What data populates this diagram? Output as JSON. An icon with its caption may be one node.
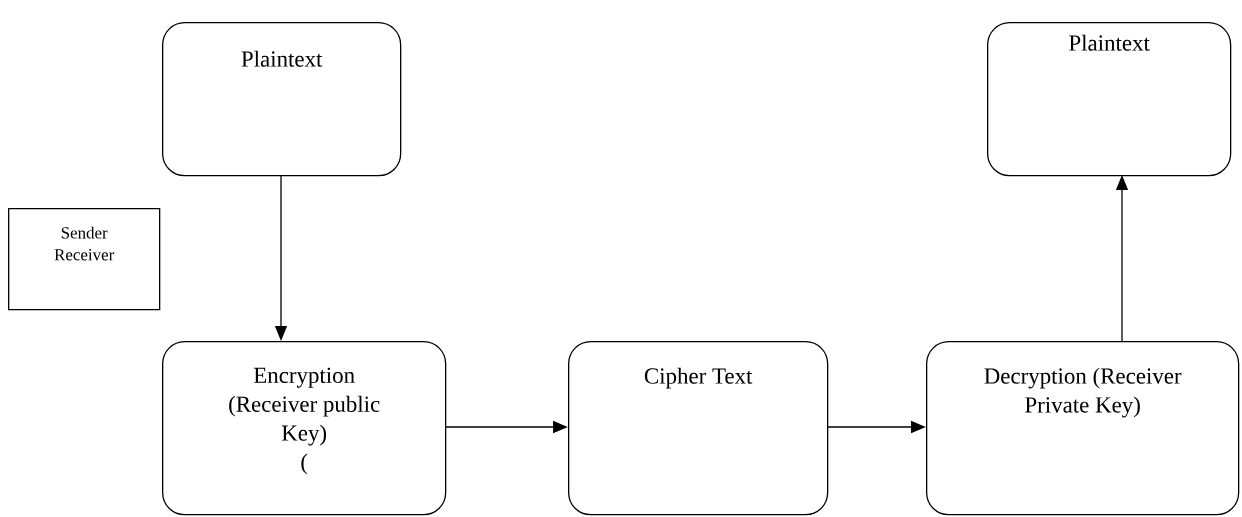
{
  "diagram": {
    "nodes": [
      {
        "text": [
          "Plaintext"
        ]
      },
      {
        "text": [
          "Plaintext"
        ]
      },
      {
        "text": [
          "Sender Receiver"
        ]
      },
      {
        "text": [
          "Encryption (Receiver public Key)",
          "("
        ]
      },
      {
        "text": [
          "Cipher Text"
        ]
      },
      {
        "text": [
          "Decryption (Receiver Private Key)"
        ]
      }
    ],
    "edges": [
      {
        "from": 0,
        "to": 3,
        "arrow": "to"
      },
      {
        "from": 3,
        "to": 4,
        "arrow": "to"
      },
      {
        "from": 4,
        "to": 5,
        "arrow": "to"
      },
      {
        "from": 5,
        "to": 1,
        "arrow": "to"
      }
    ]
  }
}
